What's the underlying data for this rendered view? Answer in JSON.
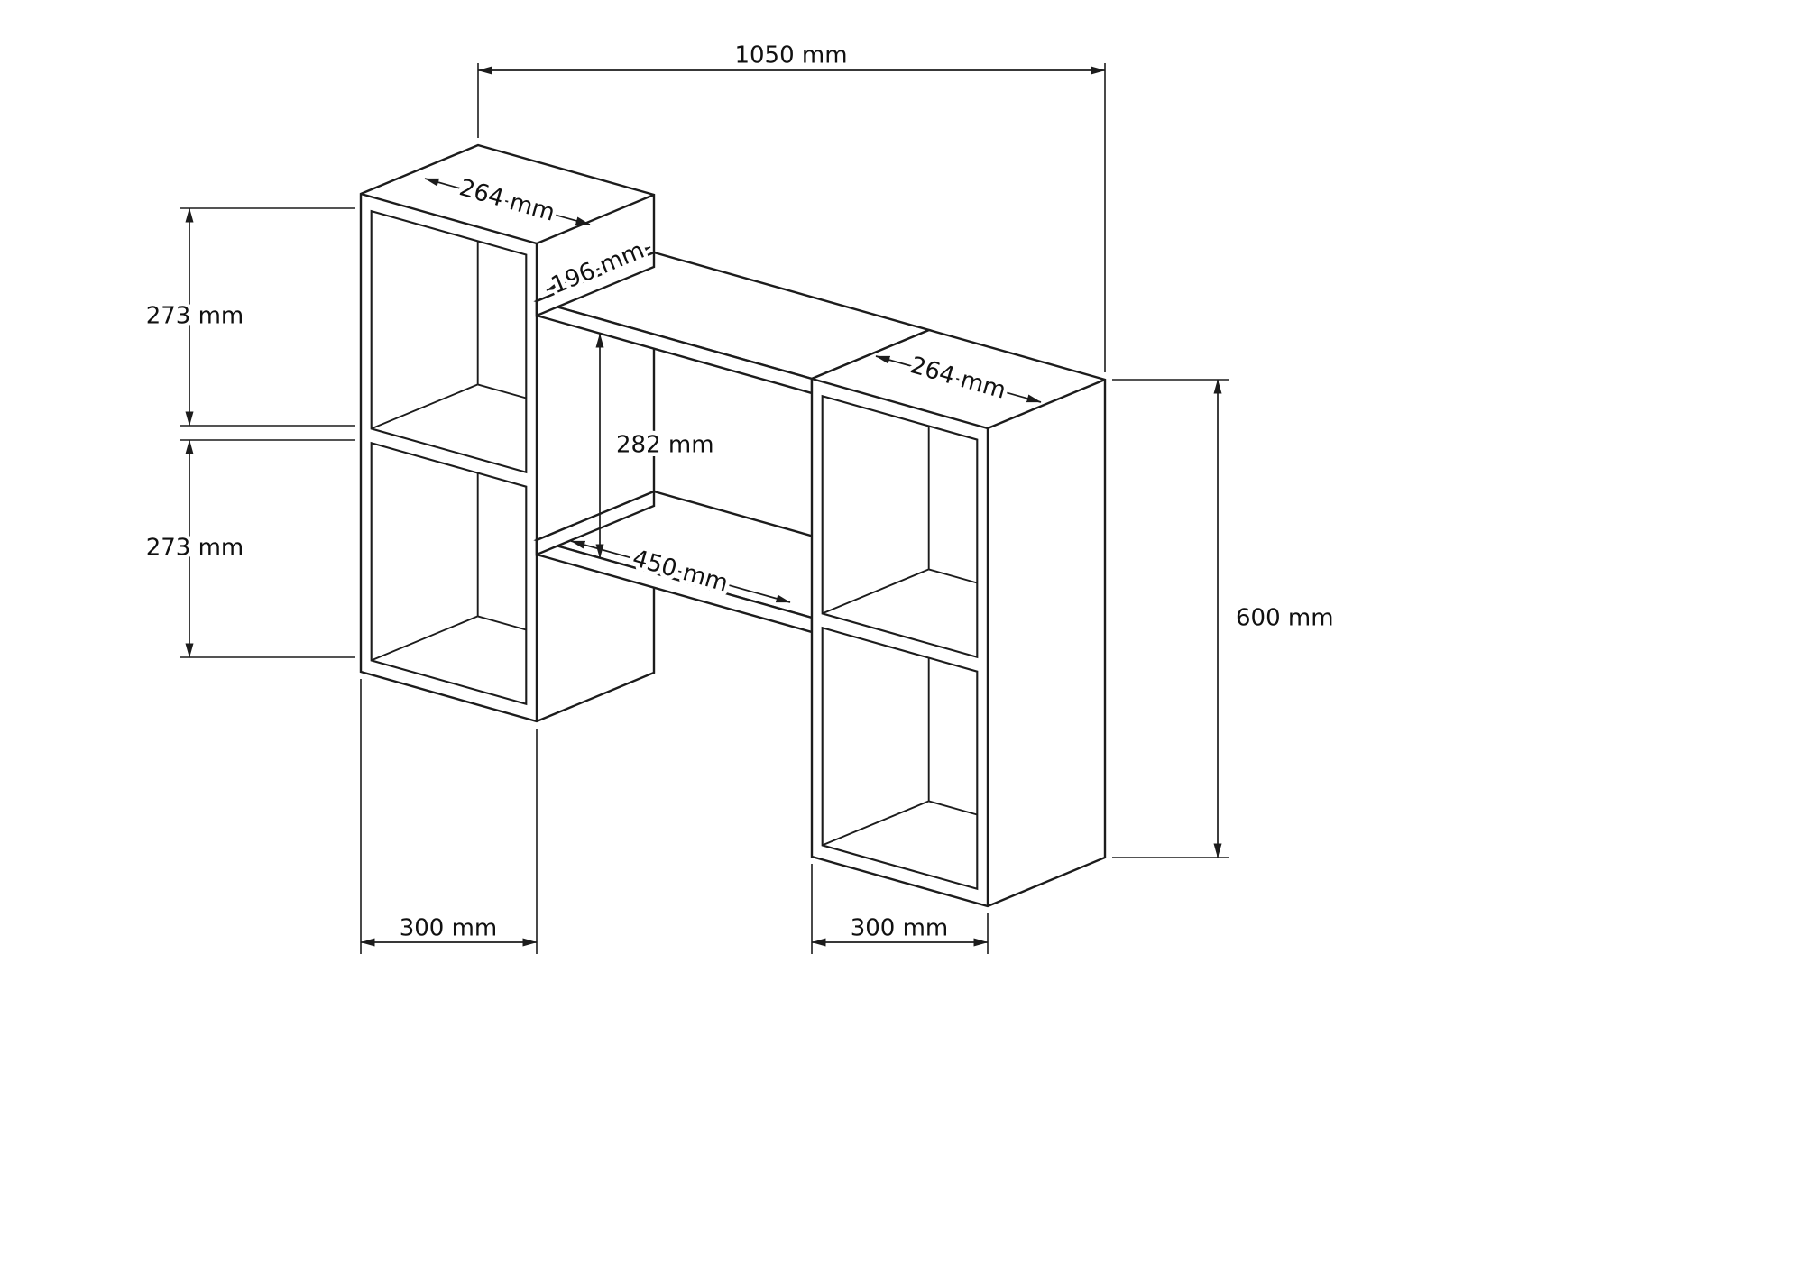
{
  "diagram": {
    "kind": "wall-shelf dimensional drawing",
    "units": "mm",
    "colors": {
      "line": "#1c1c1c",
      "background": "#ffffff"
    }
  },
  "dimensions": {
    "overall_width": "1050 mm",
    "overall_height": "600 mm",
    "upper_section_height": "273 mm",
    "lower_section_height": "273 mm",
    "left_top_inner_width": "264 mm",
    "right_top_inner_width": "264 mm",
    "depth": "196 mm",
    "shelf_vertical_gap": "282 mm",
    "middle_shelf_length": "450 mm",
    "left_unit_width": "300 mm",
    "right_unit_width": "300 mm"
  }
}
